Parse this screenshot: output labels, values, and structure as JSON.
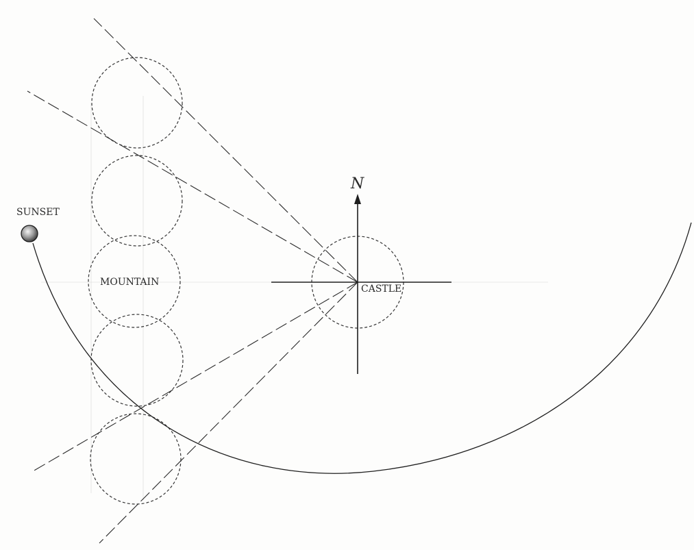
{
  "labels": {
    "sunset": "SUNSET",
    "mountain": "MOUNTAIN",
    "castle": "CASTLE",
    "north": "N"
  },
  "colors": {
    "paper": "#fdfdfc",
    "ink": "#2a2a2a"
  }
}
